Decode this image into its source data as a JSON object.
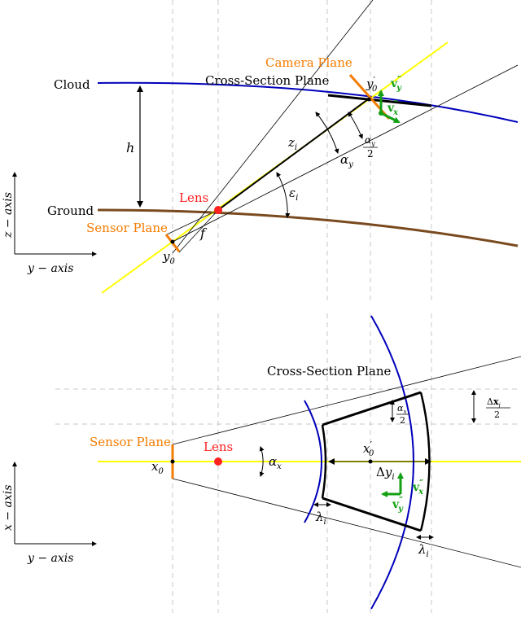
{
  "colors": {
    "cloud": "#0000bb",
    "ground": "#7a4a1f",
    "optical_axis": "#ffff00",
    "orange": "#f57c00",
    "lens": "#ff2020",
    "green": "#14a014",
    "line": "#000000",
    "dash": "#c8c8c8"
  },
  "top": {
    "cloud_label": "Cloud",
    "ground_label": "Ground",
    "h_label": "h",
    "lens_label": "Lens",
    "sensor_plane_label": "Sensor Plane",
    "camera_plane_label": "Camera Plane",
    "cross_section_label": "Cross-Section Plane",
    "f_label": "f",
    "y0_label": "y",
    "y0_sub": "0",
    "y0p_label": "y",
    "y0p_sub": "0",
    "y0p_prime": "′",
    "zi_label": "z",
    "zi_sub": "i",
    "alpha_y_label": "α",
    "alpha_y_sub": "y",
    "alpha_y2_num": "α",
    "alpha_y2_num_sub": "y",
    "alpha_y2_den": "2",
    "eps_label": "ε",
    "eps_sub": "i",
    "vy_label": "v",
    "vy_sub": "y",
    "vy_sup": "″",
    "vx_label": "v",
    "vx_sub": "x",
    "vx_sup": "″",
    "axis_z": "z − axis",
    "axis_y": "y − axis"
  },
  "bottom": {
    "cross_section_label": "Cross-Section Plane",
    "sensor_plane_label": "Sensor Plane",
    "lens_label": "Lens",
    "x0_label": "x",
    "x0_sub": "0",
    "x0p_label": "x",
    "x0p_sub": "0",
    "x0p_prime": "′",
    "alpha_x_label": "α",
    "alpha_x_sub": "x",
    "alpha_x2_num": "α",
    "alpha_x2_num_sub": "x",
    "alpha_x2_den": "2",
    "delta_x_num": "Δ",
    "delta_x_num_var": "x",
    "delta_x_num_sub": "j",
    "delta_x_den": "2",
    "delta_y_label": "Δ",
    "delta_y_var": "y",
    "delta_y_sub": "i",
    "lambda_label": "λ",
    "lambda_sub": "i",
    "vx_label": "v",
    "vx_sub": "x",
    "vx_sup": "″",
    "vy_label": "v",
    "vy_sub": "y",
    "vy_sup": "″",
    "axis_x": "x − axis",
    "axis_y": "y − axis"
  }
}
